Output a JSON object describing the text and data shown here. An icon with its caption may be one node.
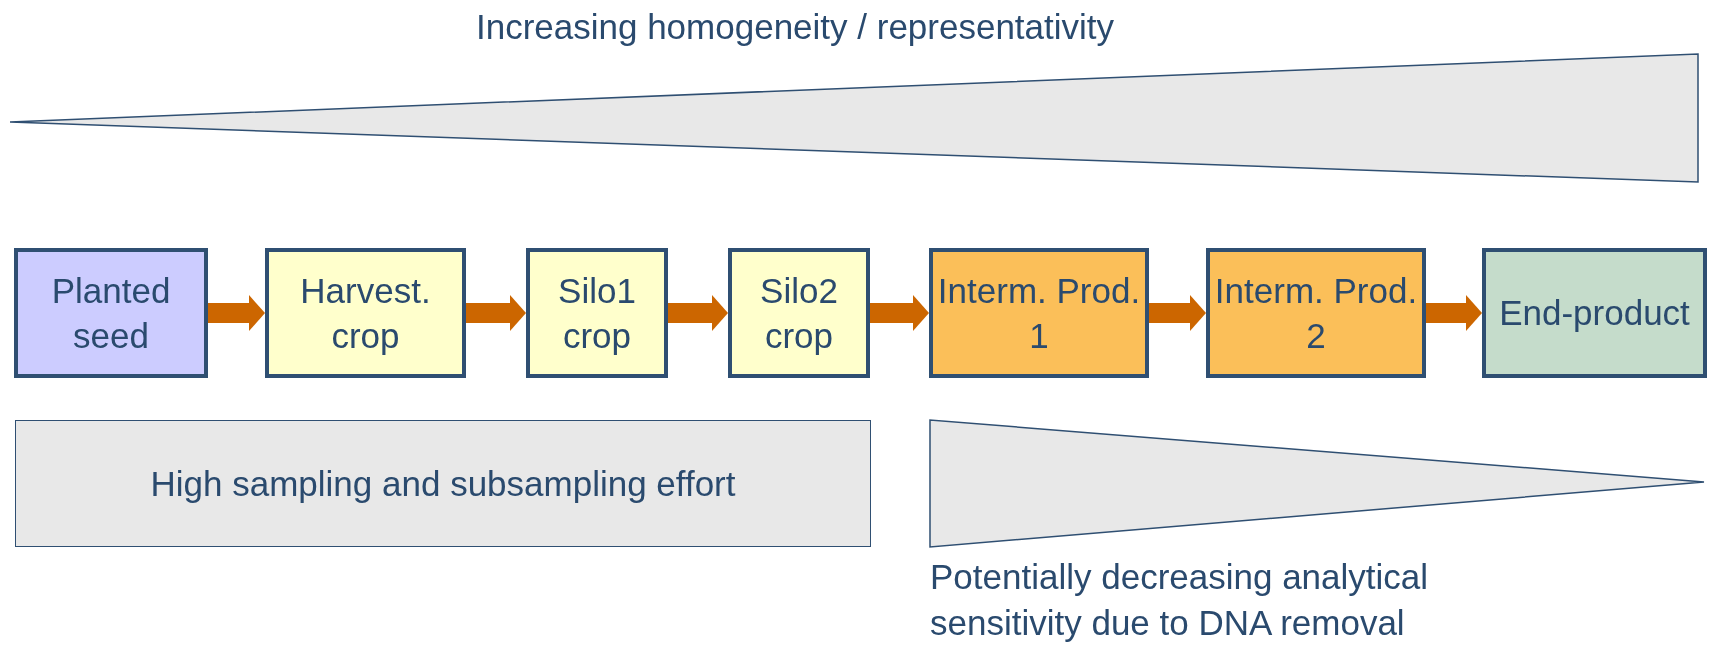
{
  "diagram": {
    "nodes": [
      {
        "text": [
          "Increasing homogeneity / representativity"
        ]
      },
      {
        "text": [
          "Planted seed"
        ]
      },
      {
        "text": [
          "Harvest. crop"
        ]
      },
      {
        "text": [
          "Silo1 crop"
        ]
      },
      {
        "text": [
          "Silo2 crop"
        ]
      },
      {
        "text": [
          "Interm. Prod. 1"
        ]
      },
      {
        "text": [
          "Interm. Prod. 2"
        ]
      },
      {
        "text": [
          "End-product"
        ]
      },
      {
        "text": [
          "High sampling and subsampling effort"
        ]
      },
      {
        "text": [
          "Potentially decreasing analytical sensitivity due to DNA removal"
        ]
      }
    ],
    "edges": [
      {
        "from": 1,
        "to": 2,
        "arrow": "to"
      },
      {
        "from": 2,
        "to": 3,
        "arrow": "to"
      },
      {
        "from": 3,
        "to": 4,
        "arrow": "to"
      },
      {
        "from": 4,
        "to": 5,
        "arrow": "to"
      },
      {
        "from": 5,
        "to": 6,
        "arrow": "to"
      },
      {
        "from": 6,
        "to": 7,
        "arrow": "to"
      }
    ]
  }
}
